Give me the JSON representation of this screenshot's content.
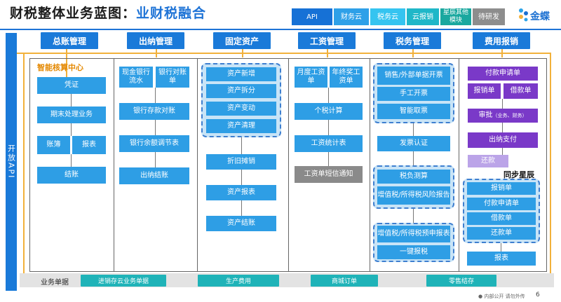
{
  "title": {
    "main": "财税整体业务蓝图：",
    "highlight": "业财税融合"
  },
  "legend": {
    "api": "API",
    "caiwuyun": "财务云",
    "shuiwuyun": "税务云",
    "yunbaoxiao": "云报销",
    "xingchen": "星辰其他模块",
    "daiyanfa": "待研发"
  },
  "logo": {
    "text": "金蝶"
  },
  "left_bar": {
    "text": "开放API"
  },
  "headers": [
    "总账管理",
    "出纳管理",
    "固定资产",
    "工资管理",
    "税务管理",
    "费用报销"
  ],
  "ledger": {
    "label": "智能核算中心",
    "voucher": "凭证",
    "period_end": "期末处理业务",
    "books": "账簿",
    "reports": "报表",
    "close": "结账"
  },
  "cashier": {
    "cash_journal": "现金银行流水",
    "bank_statement": "银行对账单",
    "bank_recon": "银行存款对账",
    "balance_adj": "银行余额调节表",
    "cashier_close": "出纳结账"
  },
  "assets": {
    "add": "资产新增",
    "split": "资产拆分",
    "change": "资产变动",
    "clear": "资产清理",
    "depreciation": "折旧摊销",
    "report": "资产报表",
    "close": "资产结账"
  },
  "salary": {
    "monthly": "月度工资单",
    "bonus": "年终奖工资单",
    "tax_calc": "个税计算",
    "stats": "工资统计表",
    "sms": "工资单短信通知"
  },
  "tax": {
    "sales_invoice": "销售/外部单据开票",
    "manual_invoice": "手工开票",
    "smart_invoice": "智能取票",
    "invoice_auth": "发票认证",
    "burden": "税负测算",
    "risk_report": "增值税/所得税风险报告",
    "prepay": "增值税/所得税预申报表",
    "one_click": "一键报税"
  },
  "expense": {
    "pay_request": "付款申请单",
    "reimburse": "报销单",
    "loan": "借款单",
    "approve": "审批",
    "approve_note": "（业务、财务）",
    "payout": "出纳支付",
    "repay": "还款",
    "sync_label": "同步星辰",
    "sync_reimburse": "报销单",
    "sync_pay_request": "付款申请单",
    "sync_loan": "借款单",
    "sync_repay": "还款单",
    "report": "报表"
  },
  "bottom": {
    "label": "业务单据",
    "chips": [
      "进销存云业务单据",
      "生产费用",
      "商城订单",
      "零售结存"
    ]
  },
  "footer": {
    "note": "内部公开 请勿外传",
    "page": "6"
  },
  "colors": {
    "header_blue": "#1a7ad9",
    "box_blue": "#2e9ee5",
    "purple": "#7a39c8",
    "lavender": "#bba4e8",
    "gray": "#8a8a8a",
    "teal": "#1fb3b8",
    "orange": "#f2b13b",
    "highlight": "#1e73d6"
  }
}
